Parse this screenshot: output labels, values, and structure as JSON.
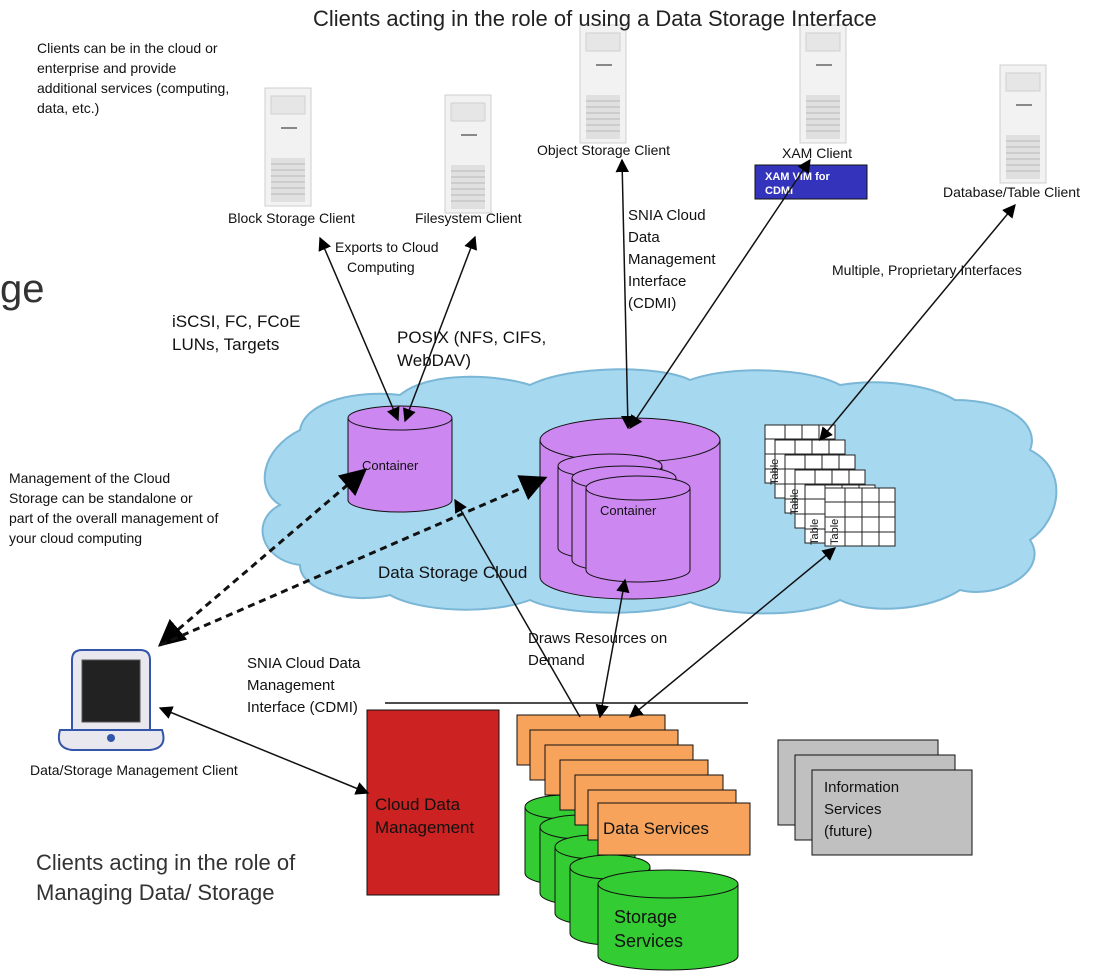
{
  "title": "Clients acting in the role of using a Data Storage Interface",
  "left_fragment": "ge",
  "notes": {
    "clients_location": "Clients can be in the cloud or enterprise and provide additional services (computing, data, etc.)",
    "management": "Management of the Cloud Storage can be standalone or part of the overall management of your cloud computing",
    "managing_role": "Clients acting in the role of Managing Data/ Storage"
  },
  "clients": {
    "block": "Block Storage Client",
    "filesystem": "Filesystem Client",
    "object": "Object Storage Client",
    "xam": "XAM Client",
    "xam_vim_line1": "XAM VIM for",
    "xam_vim_line2": "CDMI",
    "database": "Database/Table Client",
    "management": "Data/Storage Management Client"
  },
  "protocols": {
    "exports_line1": "Exports to Cloud",
    "exports_line2": "Computing",
    "iscsi_line1": "iSCSI, FC, FCoE",
    "iscsi_line2": "LUNs, Targets",
    "posix_line1": "POSIX (NFS, CIFS,",
    "posix_line2": "WebDAV)",
    "cdmi_top": [
      "SNIA Cloud",
      "Data",
      "Management",
      "Interface",
      "(CDMI)"
    ],
    "proprietary": "Multiple, Proprietary Interfaces",
    "cdmi_bottom": [
      "SNIA Cloud Data",
      "Management",
      "Interface (CDMI)"
    ],
    "draws_line1": "Draws Resources on",
    "draws_line2": "Demand"
  },
  "cloud": {
    "label": "Data Storage Cloud",
    "container_left": "Container",
    "container_stack": "Container",
    "table_label": "Table"
  },
  "services": {
    "cloud_data_mgmt_line1": "Cloud Data",
    "cloud_data_mgmt_line2": "Management",
    "data_services": "Data Services",
    "storage_line1": "Storage",
    "storage_line2": "Services",
    "info_line1": "Information",
    "info_line2": "Services",
    "info_line3": "(future)"
  },
  "colors": {
    "cloud_fill": "#a6d8f0",
    "container_fill": "#cc88f0",
    "cloud_data_mgmt": "#cc2222",
    "data_services": "#f7a35c",
    "storage_services": "#33cc33",
    "info_services": "#c0c0c0",
    "xam_vim": "#3333bb"
  }
}
